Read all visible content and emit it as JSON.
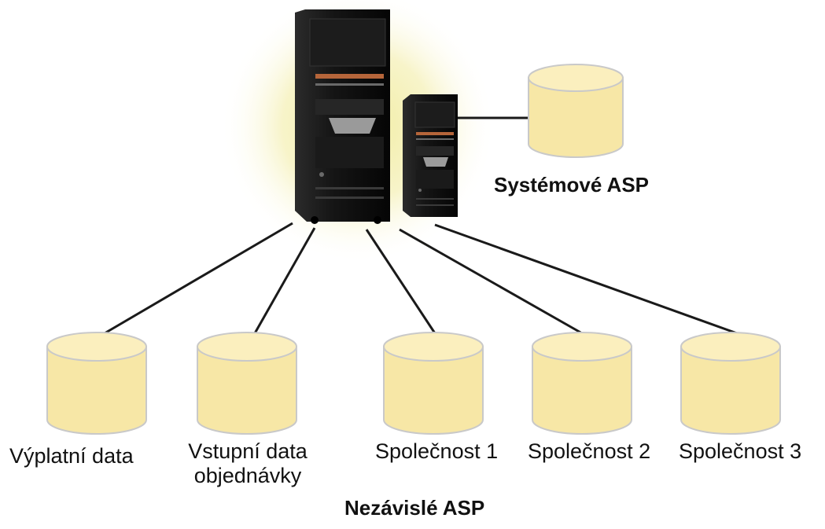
{
  "colors": {
    "disk_fill": "#f7e7a6",
    "disk_top": "#fbefbe",
    "disk_stroke": "#c9c9c9",
    "connector": "#1a1a1a",
    "server_body": "#141414",
    "server_panel": "#2a2a2a",
    "server_accent": "#b5653a",
    "glow": "#f3efb4",
    "text": "#111111"
  },
  "system_asp": {
    "label": "Systémové ASP",
    "icon": "disk-cylinder-icon"
  },
  "servers": [
    {
      "name": "server-tower-large",
      "icon": "server-tower-icon"
    },
    {
      "name": "server-tower-small",
      "icon": "server-tower-icon"
    }
  ],
  "independent_asp": {
    "label": "Nezávislé ASP",
    "disks": [
      {
        "lines": [
          "Výplatní data"
        ]
      },
      {
        "lines": [
          "Vstupní data",
          "objednávky"
        ]
      },
      {
        "lines": [
          "Společnost 1"
        ]
      },
      {
        "lines": [
          "Společnost 2"
        ]
      },
      {
        "lines": [
          "Společnost 3"
        ]
      }
    ]
  }
}
